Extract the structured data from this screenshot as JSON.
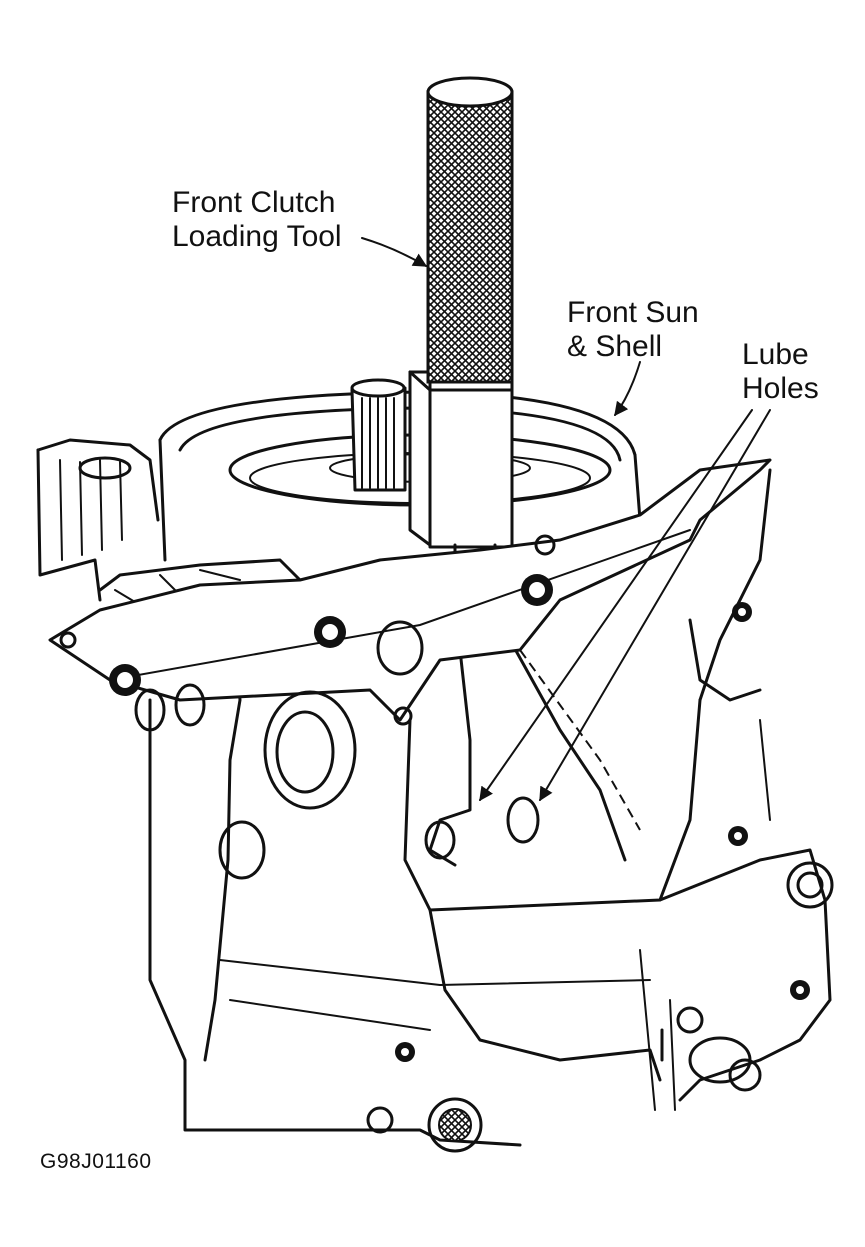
{
  "labels": {
    "front_clutch_loading_tool": [
      "Front Clutch",
      "Loading Tool"
    ],
    "front_sun_shell": [
      "Front Sun",
      "& Shell"
    ],
    "lube_holes": [
      "Lube",
      "Holes"
    ]
  },
  "figure_id": "G98J01160"
}
